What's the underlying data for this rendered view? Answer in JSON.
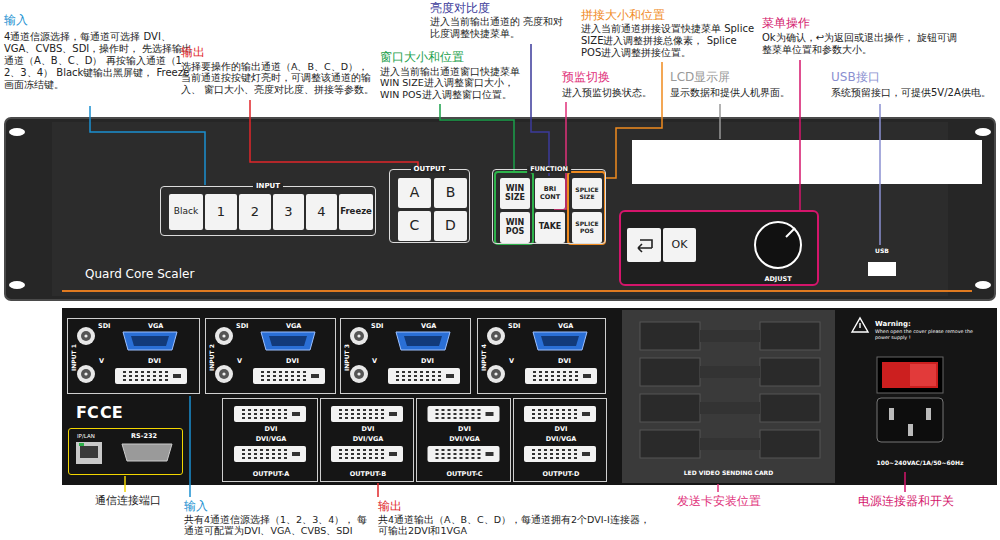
{
  "diagram": {
    "nodes": [
      {
        "text": [
          "Quard Core Scaler"
        ]
      },
      {
        "text": [
          "INPUT"
        ],
        "in": 0
      },
      {
        "text": [
          "Black"
        ],
        "in": 1
      },
      {
        "text": [
          "1"
        ],
        "in": 1
      },
      {
        "text": [
          "2"
        ],
        "in": 1
      },
      {
        "text": [
          "3"
        ],
        "in": 1
      },
      {
        "text": [
          "4"
        ],
        "in": 1
      },
      {
        "text": [
          "Freeze"
        ],
        "in": 1
      },
      {
        "text": [
          "OUTPUT"
        ],
        "in": 0
      },
      {
        "text": [
          "A"
        ],
        "in": 8
      },
      {
        "text": [
          "B"
        ],
        "in": 8
      },
      {
        "text": [
          "C"
        ],
        "in": 8
      },
      {
        "text": [
          "D"
        ],
        "in": 8
      },
      {
        "text": [
          "FUNCTION"
        ],
        "in": 0
      },
      {
        "text": [
          "WIN SIZE"
        ],
        "in": 13
      },
      {
        "text": [
          "BRI CONT"
        ],
        "in": 13
      },
      {
        "text": [
          "SPLICE SIZE"
        ],
        "in": 13
      },
      {
        "text": [
          "WIN POS"
        ],
        "in": 13
      },
      {
        "text": [
          "TAKE"
        ],
        "in": 13
      },
      {
        "text": [
          "SPLICE POS"
        ],
        "in": 13
      },
      {
        "text": [
          "OK"
        ],
        "in": 0
      },
      {
        "text": [
          "ADJUST"
        ],
        "in": 0
      },
      {
        "text": [
          "USB"
        ],
        "in": 0
      },
      {
        "text": [
          "FC",
          "CE"
        ]
      },
      {
        "text": [
          "INPUT 1",
          "SDI",
          "VGA",
          "V",
          "DVI"
        ],
        "in": 23
      },
      {
        "text": [
          "INPUT 2",
          "SDI",
          "VGA",
          "V",
          "DVI"
        ],
        "in": 23
      },
      {
        "text": [
          "INPUT 3",
          "SDI",
          "VGA",
          "V",
          "DVI"
        ],
        "in": 23
      },
      {
        "text": [
          "INPUT 4",
          "SDI",
          "VGA",
          "V",
          "DVI"
        ],
        "in": 23
      },
      {
        "text": [
          "DVI",
          "DVI/VGA",
          "OUTPUT-A"
        ],
        "in": 23
      },
      {
        "text": [
          "DVI",
          "DVI/VGA",
          "OUTPUT-B"
        ],
        "in": 23
      },
      {
        "text": [
          "DVI",
          "DVI/VGA",
          "OUTPUT-C"
        ],
        "in": 23
      },
      {
        "text": [
          "DVI",
          "DVI/VGA",
          "OUTPUT-D"
        ],
        "in": 23
      },
      {
        "text": [
          "IP/LAN",
          "RS-232"
        ],
        "in": 23
      },
      {
        "text": [
          "LED VIDEO SENDING CARD"
        ],
        "in": 23
      },
      {
        "text": [
          "Warning:",
          "When open the cover please remove the power supply !",
          "100~240VAC/1A/50~60Hz"
        ],
        "in": 23
      }
    ],
    "labels": [
      "输入",
      "4通道信源选择，每通道可选择 DVI、VGA、CVBS、SDI，操作时， 先选择输出通道（A、B、C、D） 再按输入通道（1、2、3、4） Black键输出黑屏键， Freeze画面冻结键。",
      "输出",
      "选择要操作的输出通道（A、B、C、D）， 当前通道按按键灯亮时，可调整该通道的输入、 窗口大小、亮度对比度、拼接等参数。",
      "窗口大小和位置",
      "进入当前输出通道窗口快捷菜单 WIN SIZE进入调整窗口大小， WIN POS进入调整窗口位置。",
      "亮度对比度",
      "进入当前输出通道的 亮度和对比度调整快捷菜单。",
      "预监切换",
      "进入预监切换状态。",
      "拼接大小和位置",
      "进入当前通道拼接设置快捷菜单 Splice SIZE进入调整拼接总像素， Splice POS进入调整拼接位置。",
      "LCD显示屏",
      "显示数据和提供人机界面。",
      "菜单操作",
      "Ok为确认，↩为返回或退出操作， 旋钮可调整菜单位置和参数大小。",
      "USB接口",
      "系统预留接口，可提供5V/2A供电。",
      "通信连接端口",
      "输入",
      "共有4通道信源选择（1、2、3、4）， 每通道可配置为DVI、VGA、CVBS、SDI",
      "输出",
      "共4通道输出（A、B、C、D），每通道拥有2个DVI-I连接器， 可输出2DVI和1VGA",
      "发送卡安装位置",
      "电源连接器和开关"
    ]
  }
}
